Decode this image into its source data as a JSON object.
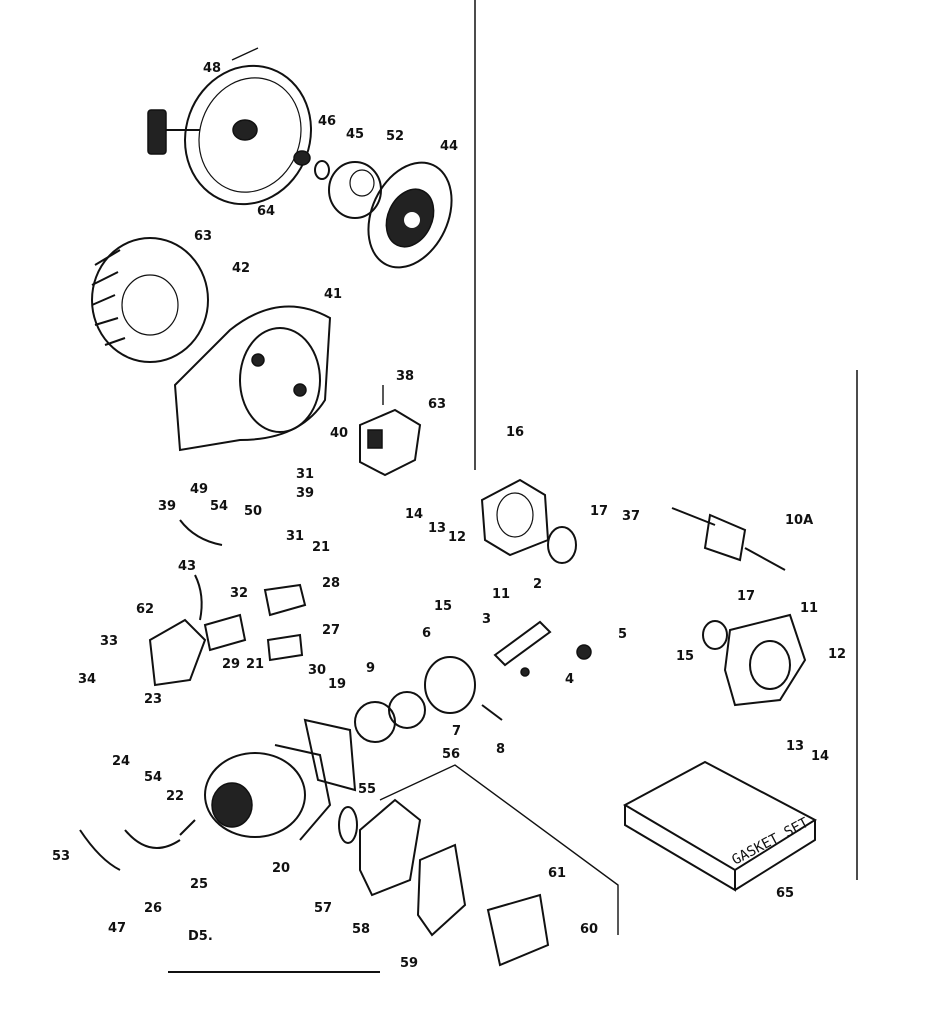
{
  "diagram": {
    "section_code": "D5.",
    "callouts": [
      "48",
      "46",
      "45",
      "52",
      "44",
      "64",
      "63",
      "42",
      "41",
      "38",
      "63",
      "40",
      "31",
      "49",
      "54",
      "50",
      "39",
      "16",
      "14",
      "13",
      "12",
      "17",
      "37",
      "10A",
      "39",
      "31",
      "21",
      "43",
      "28",
      "32",
      "62",
      "29",
      "27",
      "21",
      "30",
      "33",
      "19",
      "34",
      "23",
      "24",
      "54",
      "22",
      "20",
      "9",
      "6",
      "2",
      "3",
      "5",
      "4",
      "7",
      "8",
      "15",
      "11",
      "15",
      "17",
      "11",
      "12",
      "13",
      "14",
      "55",
      "56",
      "57",
      "58",
      "59",
      "60",
      "61",
      "65",
      "53",
      "47",
      "26",
      "25"
    ],
    "box_label": "GASKET SET"
  }
}
